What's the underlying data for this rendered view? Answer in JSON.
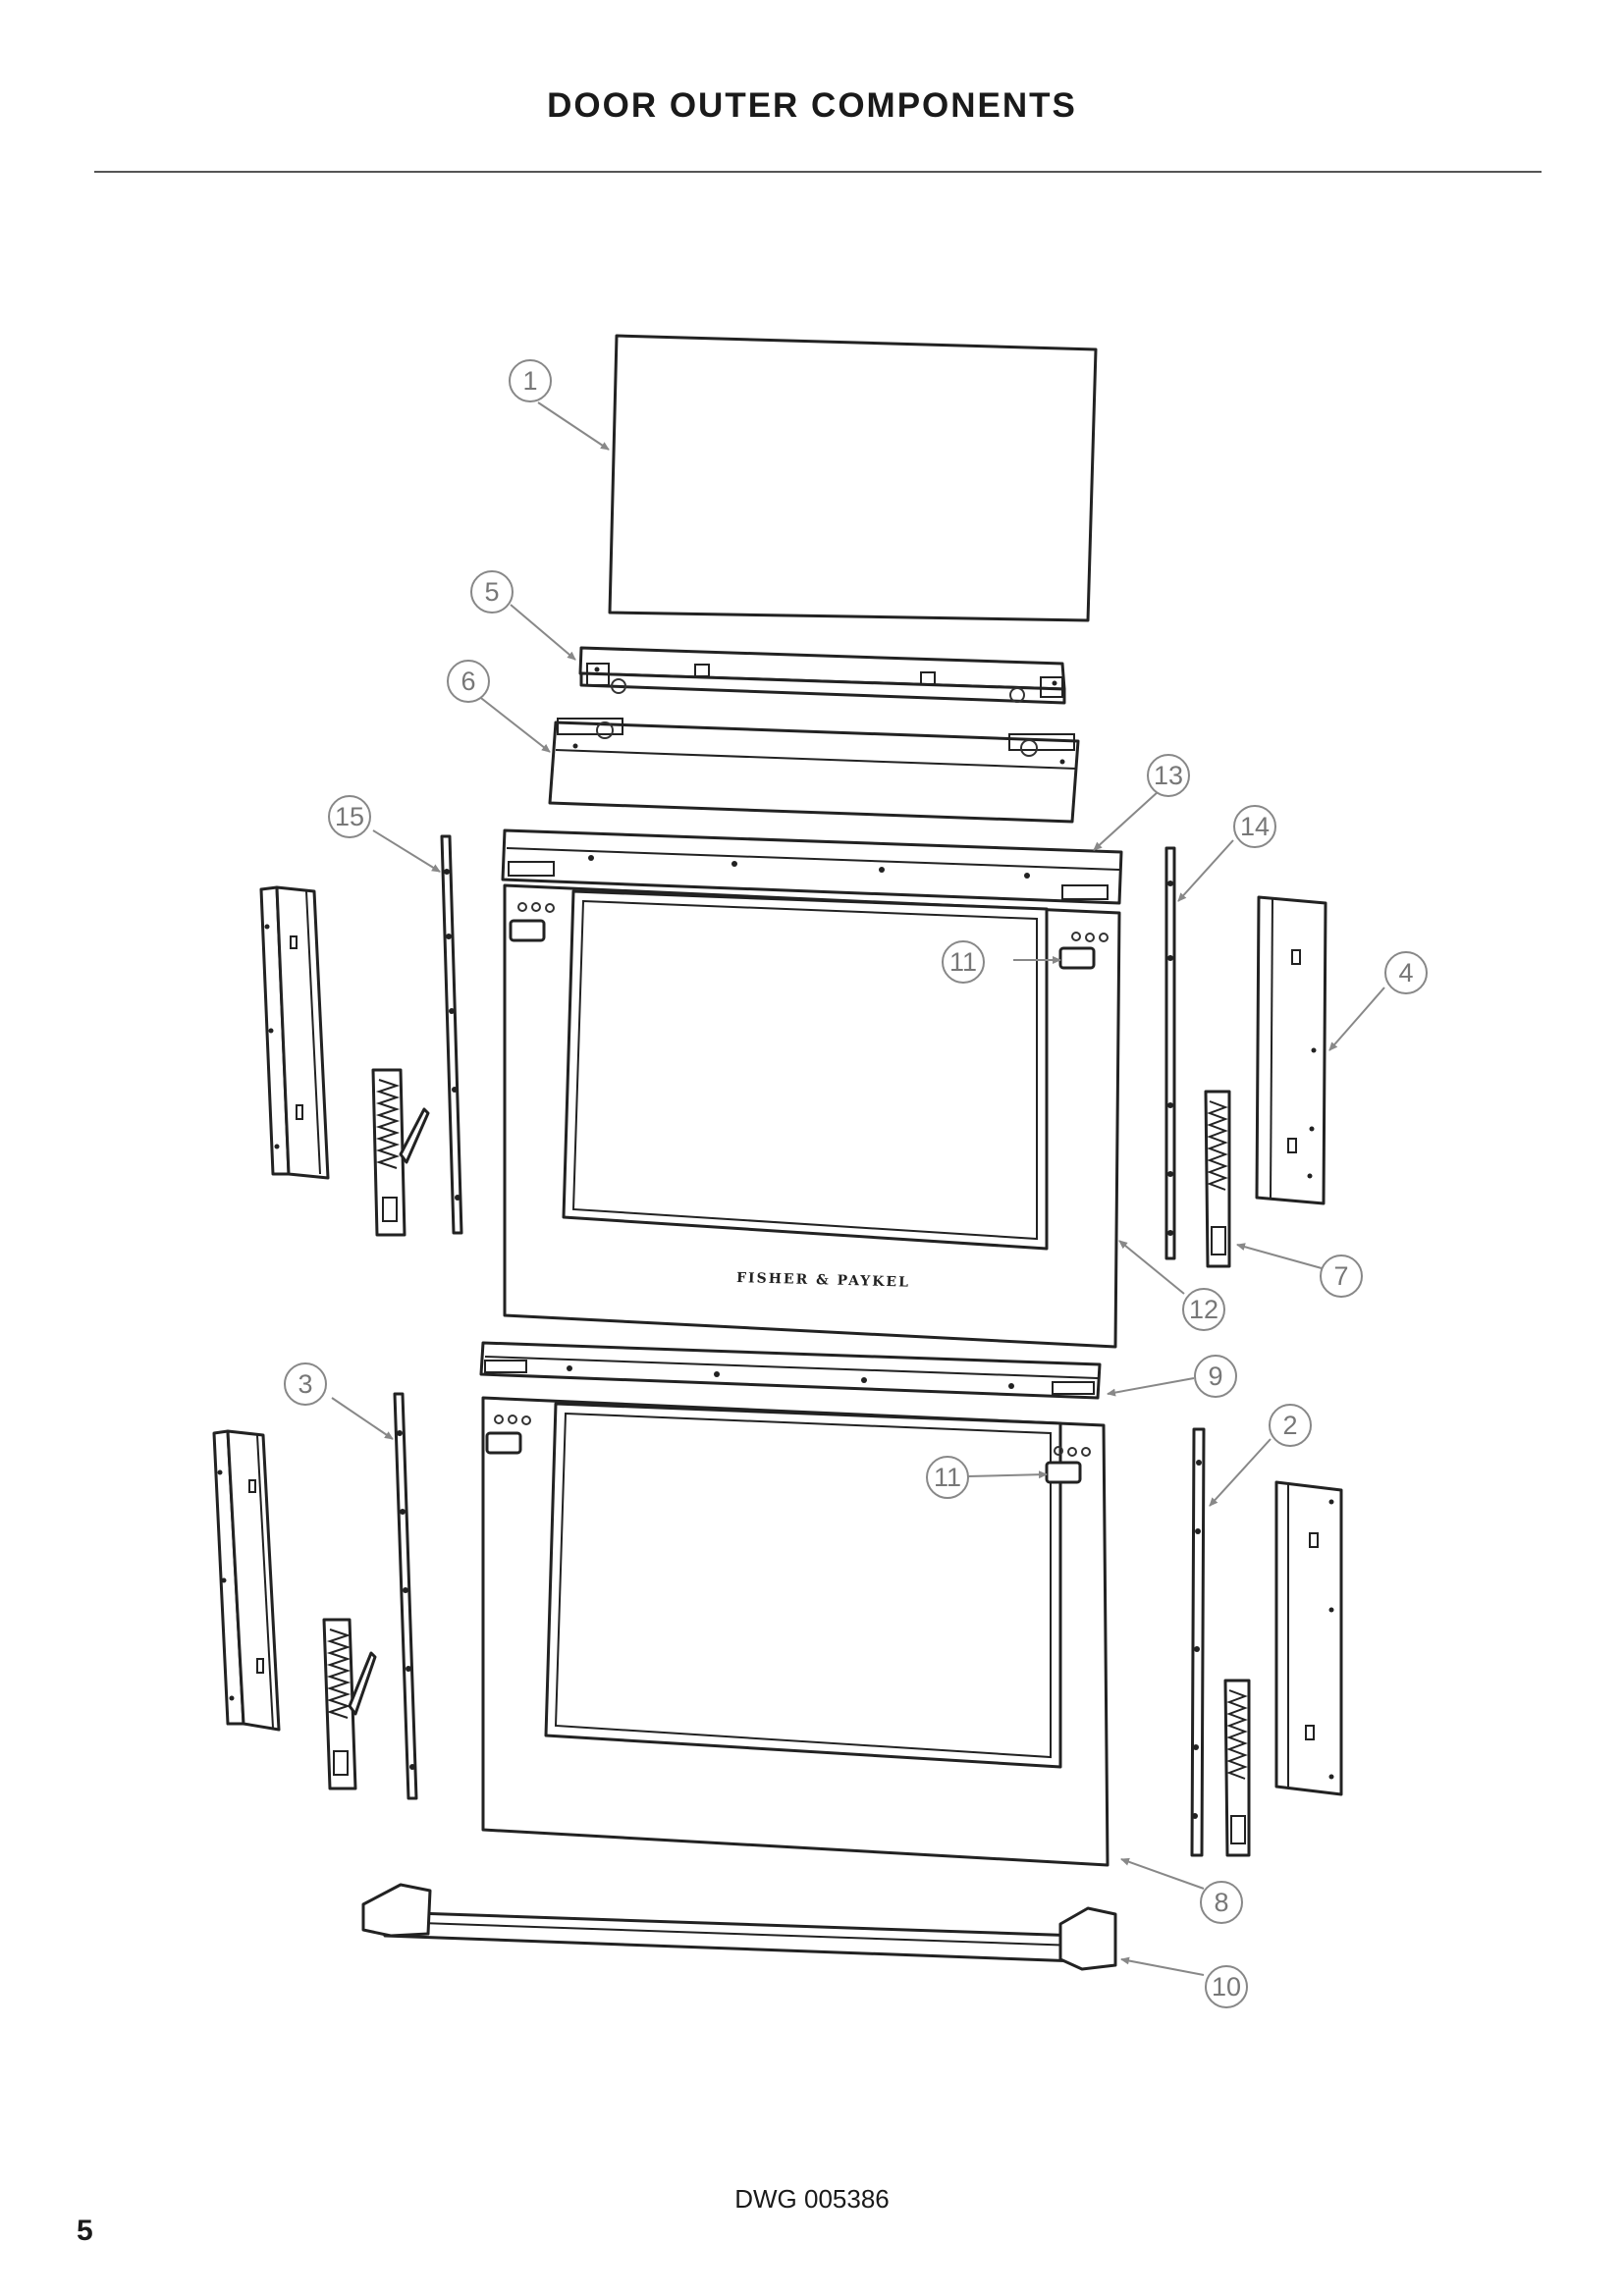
{
  "page": {
    "title": "DOOR OUTER COMPONENTS",
    "drawing_number": "DWG 005386",
    "page_number": "5"
  },
  "diagram": {
    "brand_mark": "FISHER & PAYKEL",
    "callouts": [
      "1",
      "2",
      "3",
      "4",
      "5",
      "6",
      "7",
      "8",
      "9",
      "10",
      "11",
      "11",
      "12",
      "13",
      "14",
      "15"
    ]
  }
}
